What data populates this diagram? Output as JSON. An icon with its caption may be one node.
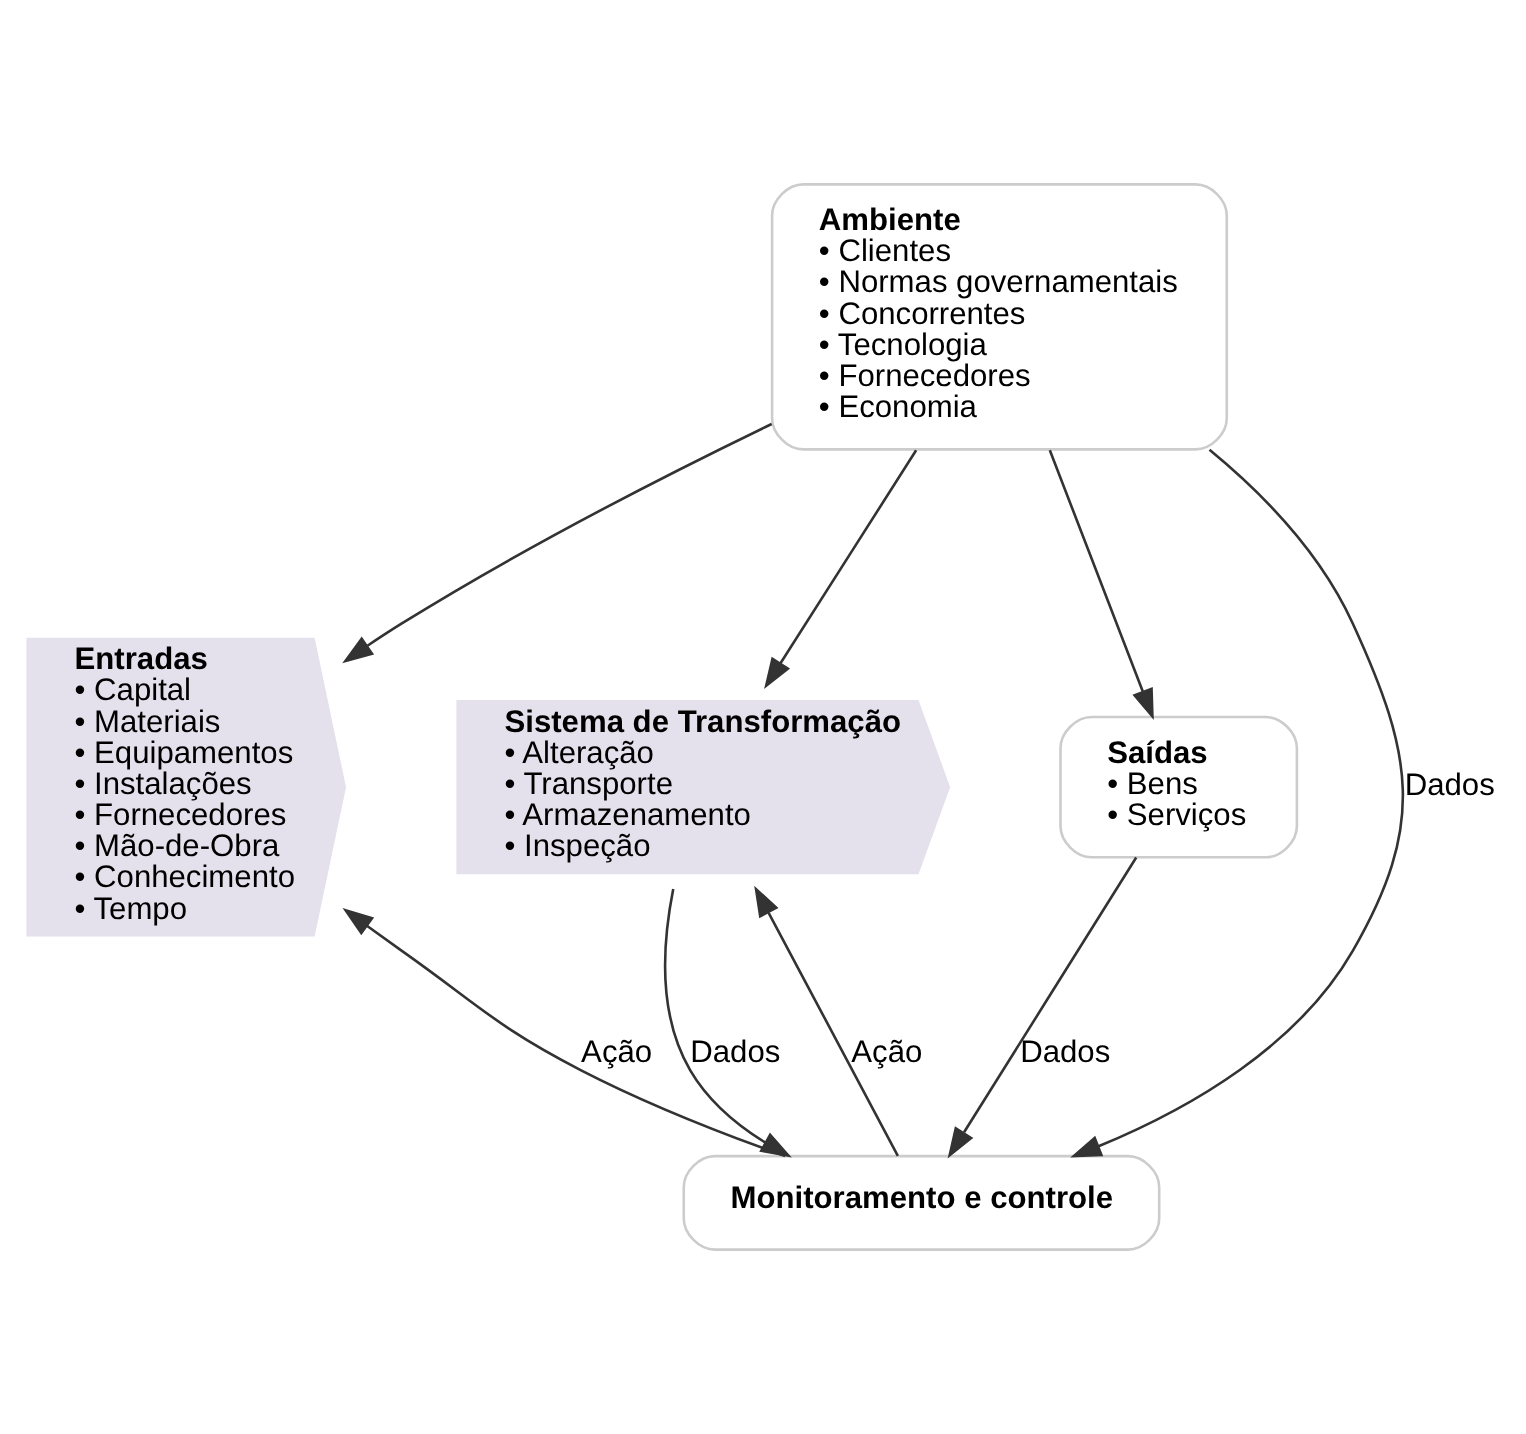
{
  "diagram": {
    "nodes": [
      {
        "text": [
          "Ambiente",
          "• Clientes",
          "• Normas governamentais",
          "• Concorrentes",
          "• Tecnologia",
          "• Fornecedores",
          "• Economia"
        ]
      },
      {
        "text": [
          "Entradas",
          "• Capital",
          "• Materiais",
          "• Equipamentos",
          "• Instalações",
          "• Fornecedores",
          "• Mão-de-Obra",
          "• Conhecimento",
          "• Tempo"
        ]
      },
      {
        "text": [
          "Sistema de Transformação",
          "• Alteração",
          "• Transporte",
          "• Armazenamento",
          "• Inspeção"
        ]
      },
      {
        "text": [
          "Saídas",
          "• Bens",
          "• Serviços"
        ]
      },
      {
        "text": [
          "Monitoramento e controle"
        ]
      }
    ],
    "edges": [
      {
        "from": 0,
        "to": 1,
        "arrow": "to"
      },
      {
        "from": 0,
        "to": 2,
        "arrow": "to"
      },
      {
        "from": 0,
        "to": 3,
        "arrow": "to"
      },
      {
        "from": 2,
        "to": 4,
        "arrow": "to",
        "label": "Dados"
      },
      {
        "from": 4,
        "to": 2,
        "arrow": "to",
        "label": "Ação"
      },
      {
        "from": 4,
        "to": 1,
        "arrow": "to",
        "label": "Ação"
      },
      {
        "from": 3,
        "to": 4,
        "arrow": "to",
        "label": "Dados"
      },
      {
        "from": 0,
        "to": 4,
        "arrow": "to",
        "label": "Dados"
      }
    ]
  }
}
